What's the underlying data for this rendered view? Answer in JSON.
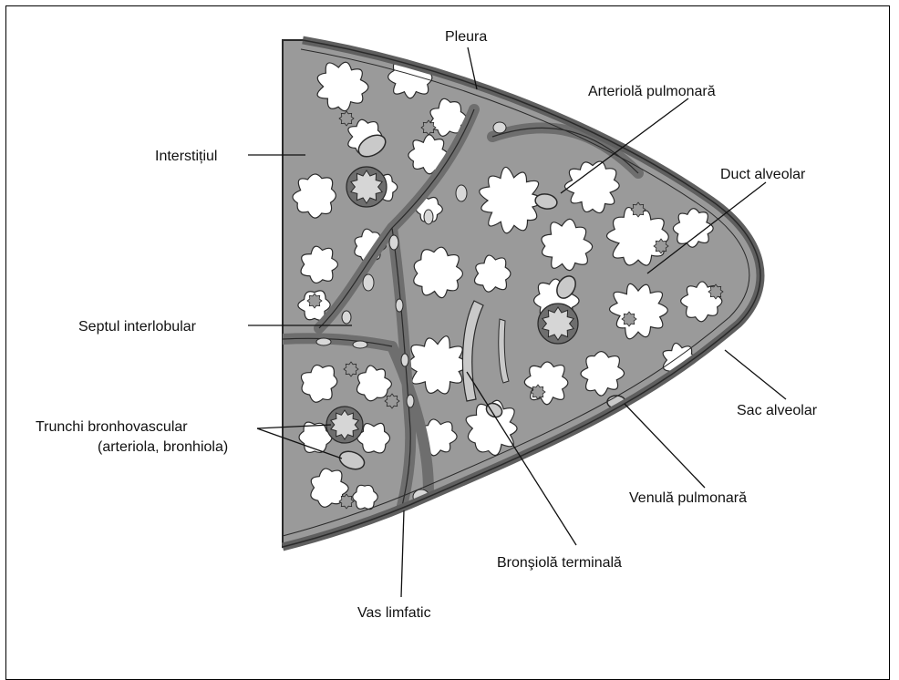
{
  "labels": {
    "pleura": "Pleura",
    "arteriola_pulmonara": "Arteriolă pulmonară",
    "interstitiul": "Interstițiul",
    "duct_alveolar": "Duct alveolar",
    "septul_interlobular": "Septul interlobular",
    "trunchi_line1": "Trunchi bronhovascular",
    "trunchi_line2": "(arteriola, bronhiola)",
    "sac_alveolar": "Sac alveolar",
    "venula_pulmonara": "Venulă pulmonară",
    "bronsiola_terminala": "Bronşiolă terminală",
    "vas_limfatic": "Vas limfatic"
  },
  "colors": {
    "interstitium_fill": "#9a9a9a",
    "pleura_band": "#5f5f5f",
    "septum_fill": "#6e6e6e",
    "alveoli_fill": "#ffffff",
    "vessel_fill": "#c9c9c9",
    "outline": "#2a2a2a"
  }
}
